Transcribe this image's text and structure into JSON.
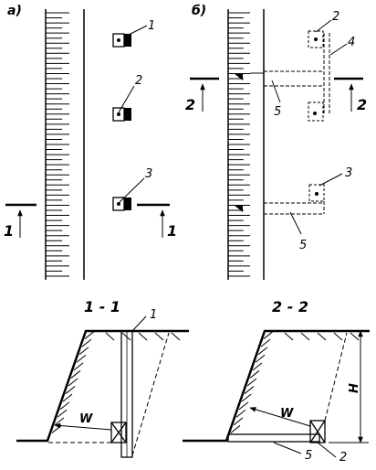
{
  "panels": {
    "a": "а)",
    "b": "б)"
  },
  "sections": {
    "s11": "1 - 1",
    "s22": "2 - 2"
  },
  "markers": {
    "m1": "1",
    "m2": "2",
    "m3": "3",
    "m4": "4",
    "m5a": "5",
    "m5b": "5",
    "m2b": "2",
    "m3b": "3"
  },
  "cut_marks": {
    "cut1_left": "1",
    "cut1_right": "1",
    "cut2_left": "2",
    "cut2_right": "2"
  },
  "section_labels": {
    "anchor1": "1",
    "w1": "W",
    "w2": "W",
    "h": "H",
    "pipe5": "5",
    "drain2": "2"
  }
}
